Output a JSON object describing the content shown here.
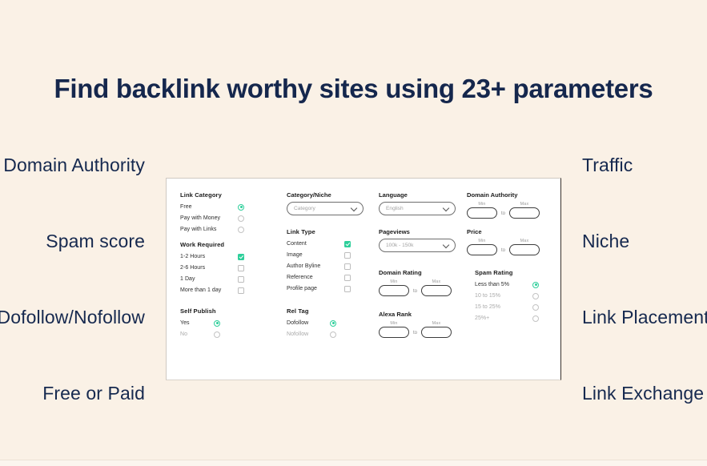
{
  "page": {
    "background_color": "#faf1e6",
    "heading": "Find backlink worthy sites using 23+ parameters",
    "heading_color": "#15274d",
    "accent_color": "#2dcf9a"
  },
  "side_labels": {
    "left": [
      {
        "text": "Domain Authority"
      },
      {
        "text": "Spam score"
      },
      {
        "text": "Dofollow/Nofollow"
      },
      {
        "text": "Free or Paid"
      }
    ],
    "right": [
      {
        "text": "Traffic"
      },
      {
        "text": "Niche"
      },
      {
        "text": "Link Placement"
      },
      {
        "text": "Link Exchange"
      }
    ]
  },
  "filters": {
    "link_category": {
      "title": "Link Category",
      "options": [
        {
          "label": "Free",
          "selected": true
        },
        {
          "label": "Pay with Money",
          "selected": false
        },
        {
          "label": "Pay with Links",
          "selected": false
        }
      ]
    },
    "work_required": {
      "title": "Work Required",
      "options": [
        {
          "label": "1-2 Hours",
          "checked": true
        },
        {
          "label": "2-6 Hours",
          "checked": false
        },
        {
          "label": "1 Day",
          "checked": false
        },
        {
          "label": "More than 1 day",
          "checked": false
        }
      ]
    },
    "self_publish": {
      "title": "Self Publish",
      "options": [
        {
          "label": "Yes",
          "selected": true
        },
        {
          "label": "No",
          "selected": false
        }
      ]
    },
    "category_niche": {
      "title": "Category/Niche",
      "value": "Category",
      "placeholder": "Category"
    },
    "link_type": {
      "title": "Link Type",
      "options": [
        {
          "label": "Content",
          "checked": true
        },
        {
          "label": "Image",
          "checked": false
        },
        {
          "label": "Author Byline",
          "checked": false
        },
        {
          "label": "Reference",
          "checked": false
        },
        {
          "label": "Profile page",
          "checked": false
        }
      ]
    },
    "rel_tag": {
      "title": "Rel Tag",
      "options": [
        {
          "label": "Dofollow",
          "selected": true
        },
        {
          "label": "Nofollow",
          "selected": false
        }
      ]
    },
    "language": {
      "title": "Language",
      "value": "English"
    },
    "pageviews": {
      "title": "Pageviews",
      "value": "100k - 150k"
    },
    "domain_rating": {
      "title": "Domain Rating",
      "min_label": "Min",
      "max_label": "Max",
      "separator": "to",
      "min_value": "",
      "max_value": ""
    },
    "alexa_rank": {
      "title": "Alexa Rank",
      "min_label": "Min",
      "max_label": "Max",
      "separator": "to",
      "min_value": "",
      "max_value": ""
    },
    "domain_authority": {
      "title": "Domain Authority",
      "min_label": "Min",
      "max_label": "Max",
      "separator": "to",
      "min_value": "",
      "max_value": ""
    },
    "price": {
      "title": "Price",
      "min_label": "Min",
      "max_label": "Max",
      "separator": "to",
      "min_value": "",
      "max_value": ""
    },
    "spam_rating": {
      "title": "Spam Rating",
      "options": [
        {
          "label": "Less than 5%",
          "selected": true
        },
        {
          "label": "10 to 15%",
          "selected": false
        },
        {
          "label": "15 to 25%",
          "selected": false
        },
        {
          "label": "25%+",
          "selected": false
        }
      ]
    }
  }
}
